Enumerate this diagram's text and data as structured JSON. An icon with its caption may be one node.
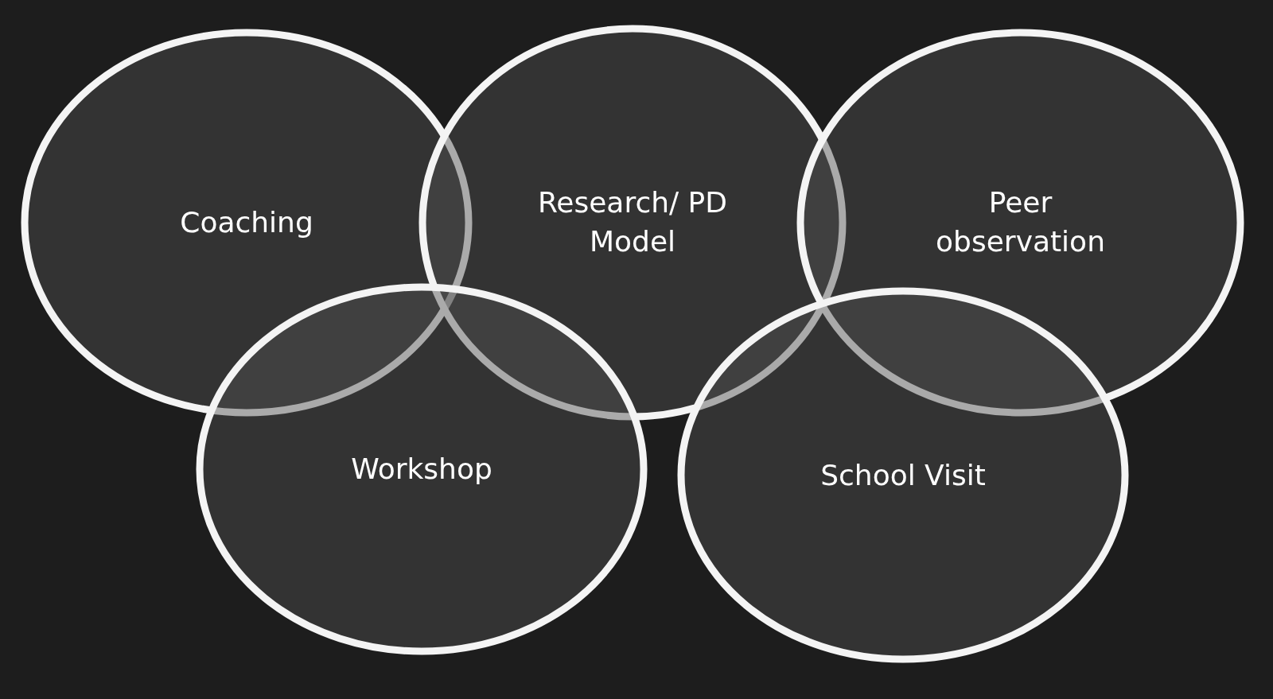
{
  "diagram": {
    "nodes": [
      {
        "text": [
          "Coaching"
        ]
      },
      {
        "text": [
          "Research/ PD Model"
        ]
      },
      {
        "text": [
          "Peer observation"
        ]
      },
      {
        "text": [
          "Workshop"
        ]
      },
      {
        "text": [
          "School Visit"
        ]
      }
    ]
  }
}
